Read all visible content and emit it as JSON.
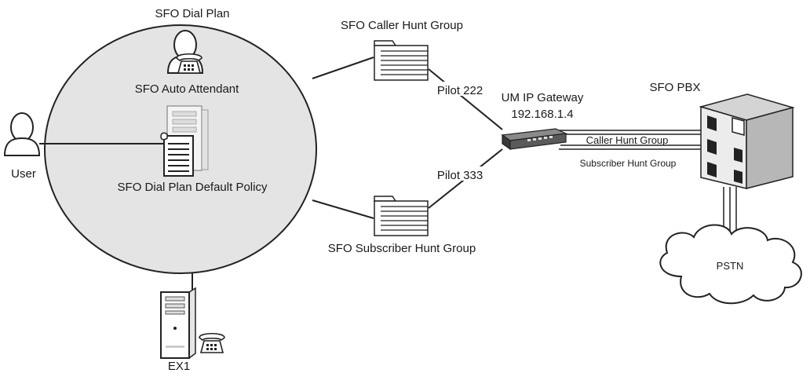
{
  "labels": {
    "dial_plan": "SFO Dial Plan",
    "auto_attendant": "SFO Auto Attendant",
    "default_policy": "SFO Dial Plan Default Policy",
    "user": "User",
    "ex1": "EX1",
    "caller_hunt_group": "SFO Caller Hunt Group",
    "subscriber_hunt_group": "SFO Subscriber Hunt Group",
    "pilot_222": "Pilot 222",
    "pilot_333": "Pilot 333",
    "um_gateway_name": "UM IP Gateway",
    "um_gateway_ip": "192.168.1.4",
    "pbx": "SFO PBX",
    "link_caller": "Caller Hunt Group",
    "link_subscriber": "Subscriber Hunt Group",
    "pstn": "PSTN"
  },
  "colors": {
    "ellipse_fill": "#e4e4e4",
    "stroke": "#222222",
    "device": "#4a4a4a"
  },
  "icons": [
    "user-icon",
    "telephone-icon",
    "server-icon",
    "document-icon",
    "folder-icon",
    "gateway-icon",
    "pbx-icon",
    "cloud-icon"
  ]
}
